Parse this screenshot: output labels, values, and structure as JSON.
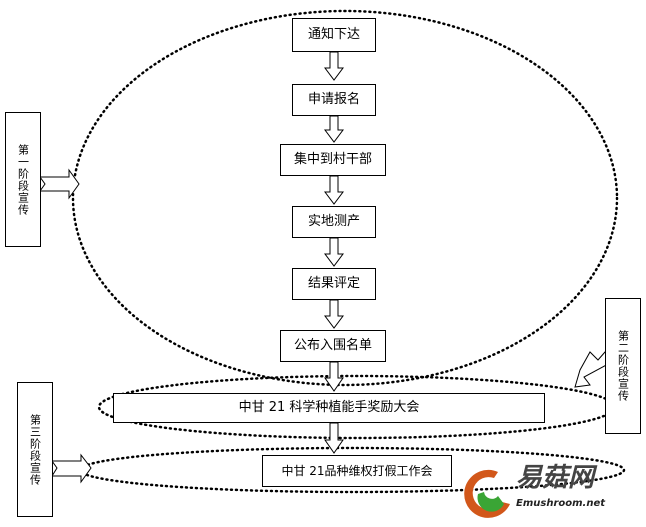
{
  "flow_steps": [
    "通知下达",
    "申请报名",
    "集中到村干部",
    "实地测产",
    "结果评定",
    "公布入围名单"
  ],
  "award_meeting": "中甘 21 科学种植能手奖励大会",
  "anti_fake_meeting": "中甘 21品种维权打假工作会",
  "stage_labels": {
    "stage1": "第一阶段宣传",
    "stage2": "第二阶段宣传",
    "stage3": "第三阶段宣传"
  },
  "logo": {
    "cn": "易菇网",
    "en": "Emushroom.net"
  }
}
